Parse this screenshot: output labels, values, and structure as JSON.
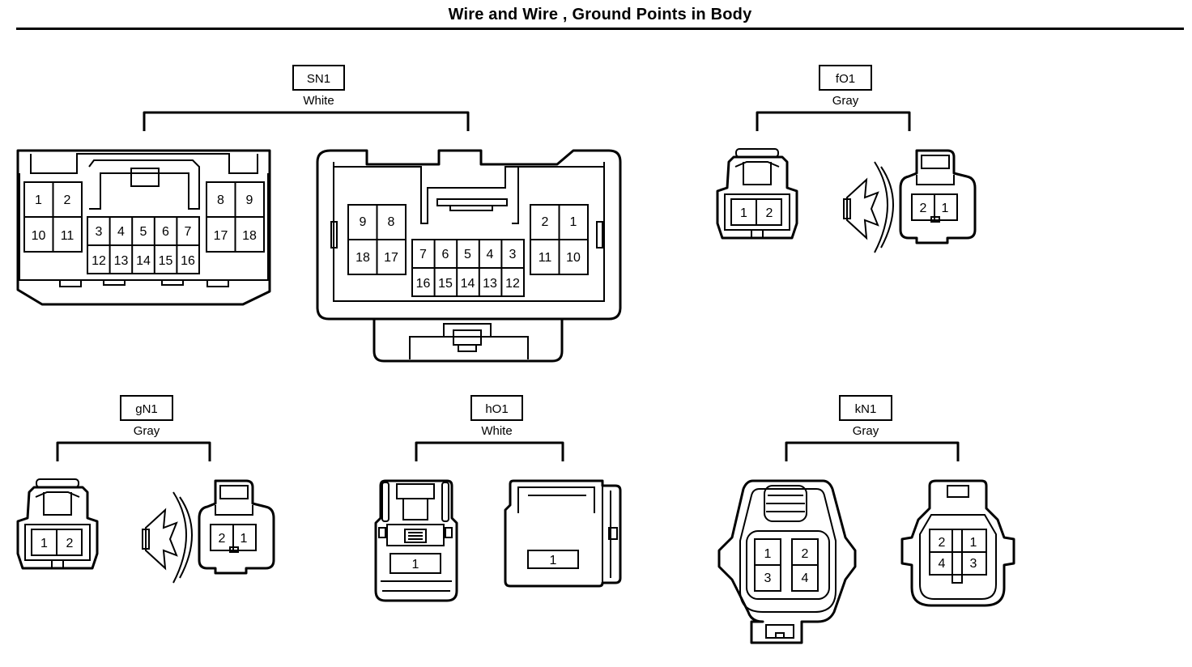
{
  "page": {
    "title": "Wire and Wire , Ground Points in Body"
  },
  "connectors": {
    "SN1": {
      "code": "SN1",
      "color": "White",
      "pins_female": [
        "1",
        "2",
        "10",
        "11",
        "3",
        "4",
        "5",
        "6",
        "7",
        "12",
        "13",
        "14",
        "15",
        "16",
        "8",
        "9",
        "17",
        "18"
      ],
      "pins_male": [
        "9",
        "8",
        "18",
        "17",
        "7",
        "6",
        "5",
        "4",
        "3",
        "16",
        "15",
        "14",
        "13",
        "12",
        "2",
        "1",
        "11",
        "10"
      ]
    },
    "fO1": {
      "code": "fO1",
      "color": "Gray",
      "pins_female": [
        "1",
        "2"
      ],
      "pins_male": [
        "2",
        "1"
      ]
    },
    "gN1": {
      "code": "gN1",
      "color": "Gray",
      "pins_female": [
        "1",
        "2"
      ],
      "pins_male": [
        "2",
        "1"
      ]
    },
    "hO1": {
      "code": "hO1",
      "color": "White",
      "pins_female": [
        "1"
      ],
      "pins_male": [
        "1"
      ]
    },
    "kN1": {
      "code": "kN1",
      "color": "Gray",
      "pins_female": [
        "1",
        "2",
        "3",
        "4"
      ],
      "pins_male": [
        "2",
        "1",
        "4",
        "3"
      ]
    }
  }
}
